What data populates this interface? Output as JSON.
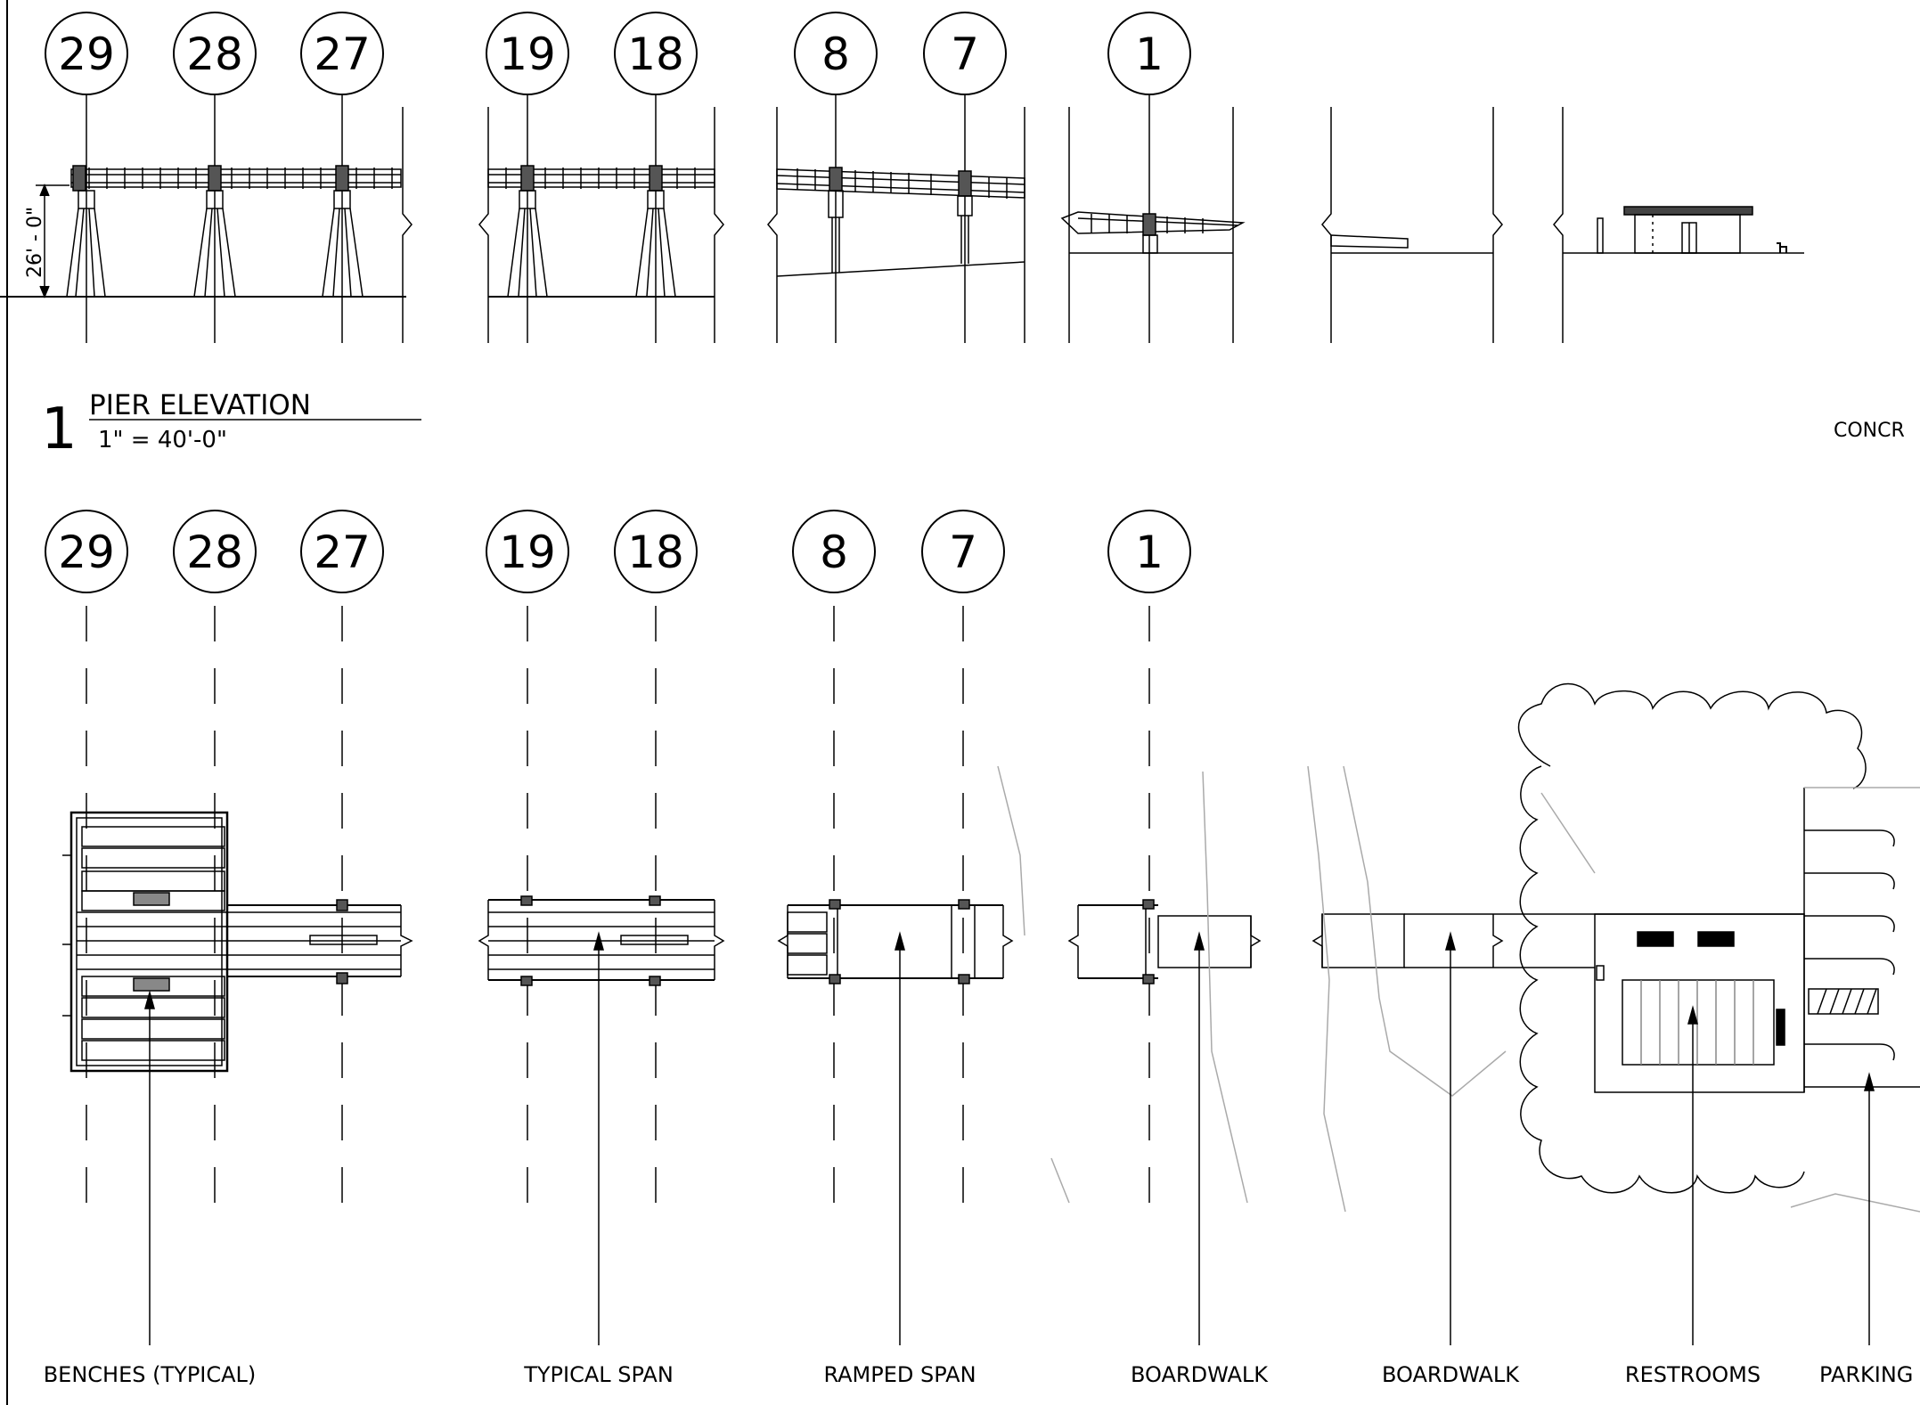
{
  "drawing": {
    "elevation_title": {
      "number": "1",
      "name": "PIER ELEVATION",
      "scale": "1\" = 40'-0\""
    },
    "height_dimension": "26' - 0\"",
    "cut_off_label": "CONCR",
    "elevation_grid_bubbles": [
      "29",
      "28",
      "27",
      "19",
      "18",
      "8",
      "7",
      "1"
    ],
    "plan_grid_bubbles": [
      "29",
      "28",
      "27",
      "19",
      "18",
      "8",
      "7",
      "1"
    ],
    "plan_labels": [
      "BENCHES (TYPICAL)",
      "TYPICAL SPAN",
      "RAMPED SPAN",
      "BOARDWALK",
      "BOARDWALK",
      "RESTROOMS",
      "PARKING"
    ],
    "line_color": "#000000",
    "light_line_color": "#aaaaaa"
  }
}
